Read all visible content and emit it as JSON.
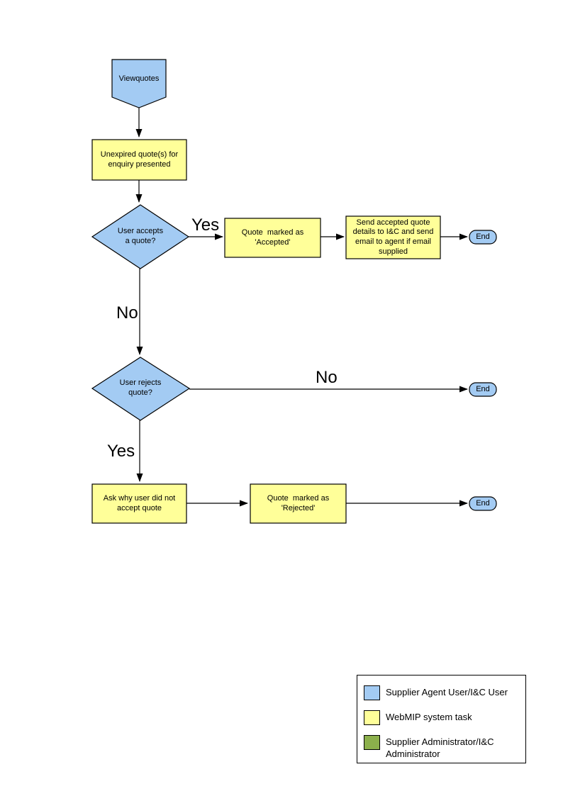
{
  "colors": {
    "user": "#A3CBF3",
    "system": "#FFFF99",
    "admin": "#8CB04C",
    "stroke": "#000000"
  },
  "nodes": {
    "start": "Viewquotes",
    "present": "Unexpired quote(s) for\nenquiry presented",
    "accepts": "User accepts\na quote?",
    "accepted": "Quote  marked as\n'Accepted'",
    "send_details": "Send accepted quote\ndetails to I&C and send\nemail to agent if email\nsupplied",
    "end1": "End",
    "rejects": "User rejects\nquote?",
    "end2": "End",
    "ask_why": "Ask why user did not\naccept quote",
    "rejected": "Quote  marked as\n'Rejected'",
    "end3": "End"
  },
  "edges": {
    "accepts_yes": "Yes",
    "accepts_no": "No",
    "rejects_no": "No",
    "rejects_yes": "Yes"
  },
  "legend": {
    "items": [
      {
        "color": "#A3CBF3",
        "label": "Supplier Agent User/I&C User"
      },
      {
        "color": "#FFFF99",
        "label": "WebMIP system task"
      },
      {
        "color": "#8CB04C",
        "label": "Supplier Administrator/I&C Administrator"
      }
    ]
  }
}
